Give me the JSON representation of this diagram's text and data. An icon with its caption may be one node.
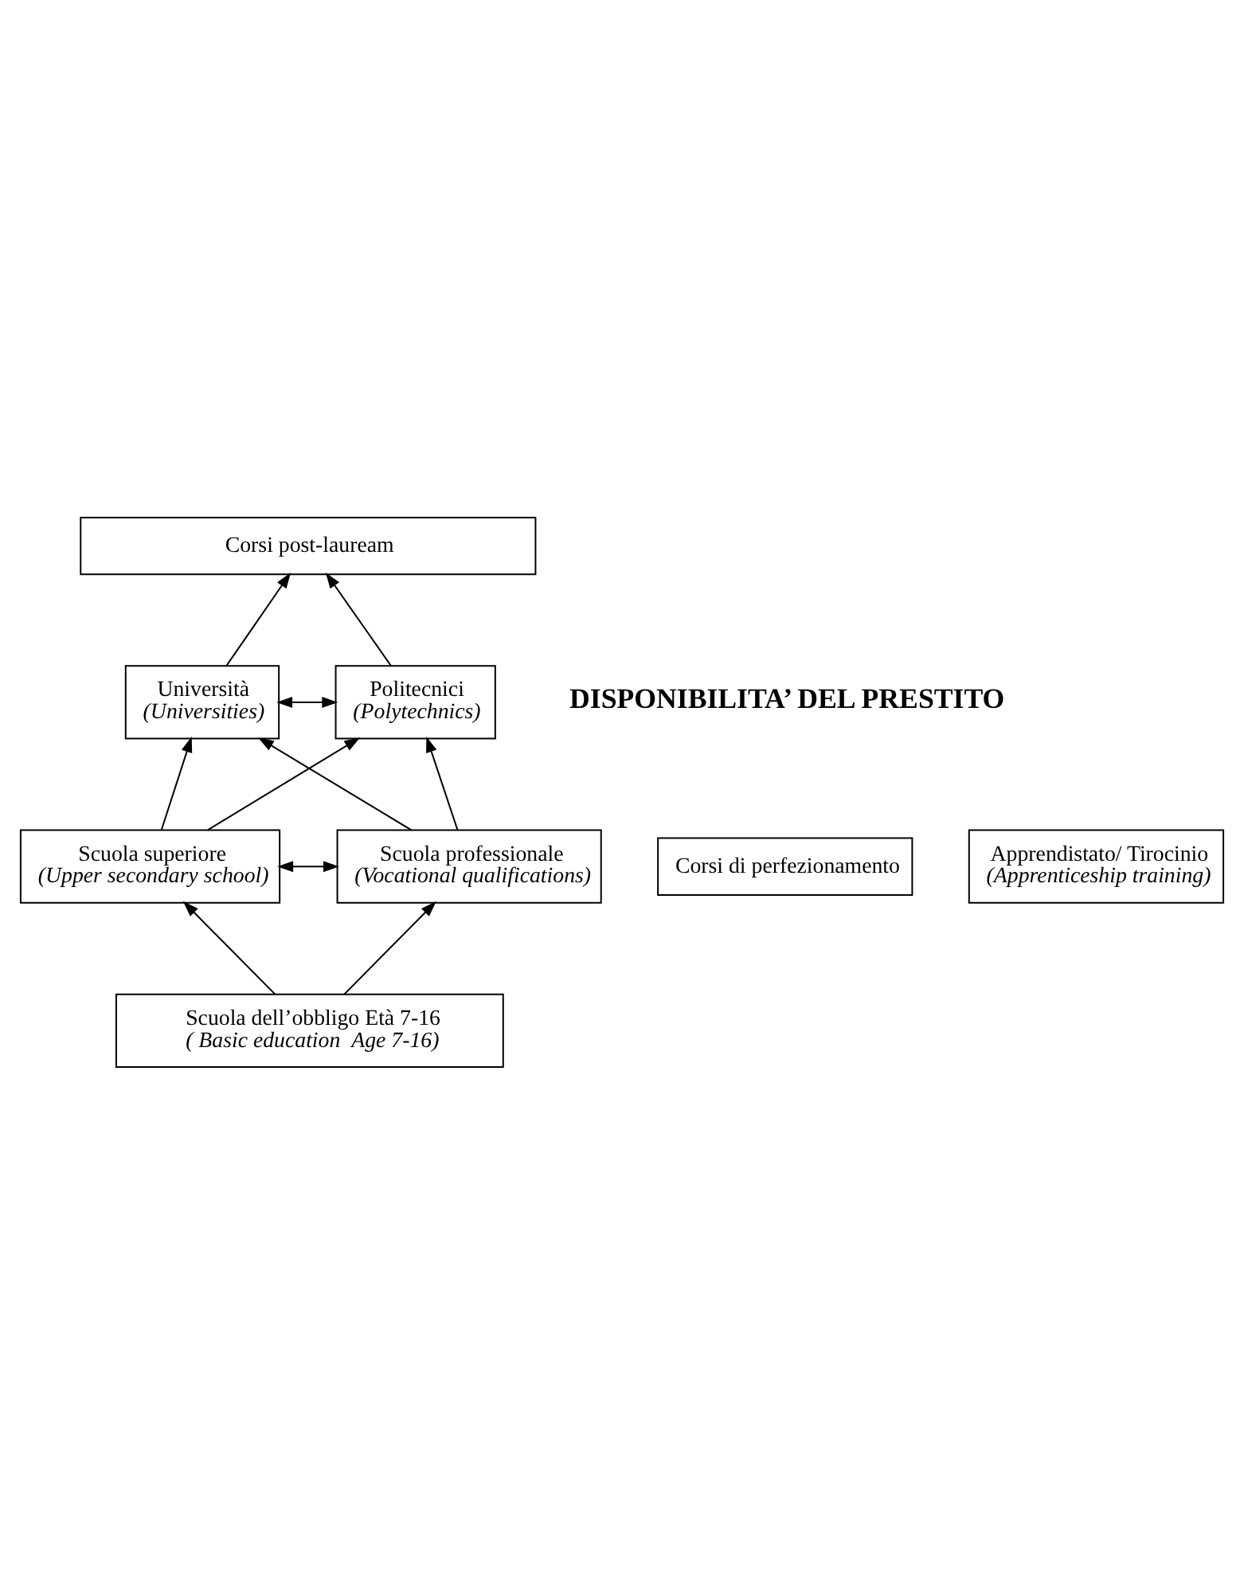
{
  "diagram": {
    "nodes": [
      {
        "text": [
          "Corsi post-lauream"
        ]
      },
      {
        "text": [
          "Università",
          "(Universities)"
        ]
      },
      {
        "text": [
          "Politecnici",
          "(Polytechnics)"
        ]
      },
      {
        "text": [
          "Corsi di perfezionamento"
        ]
      },
      {
        "text": [
          "Apprendistato/ Tirocinio",
          "(Apprenticeship training)"
        ]
      },
      {
        "text": [
          "Scuola superiore",
          "(Upper secondary school)"
        ]
      },
      {
        "text": [
          "Scuola professionale",
          "(Vocational qualifications)"
        ]
      },
      {
        "text": [
          "Scuola dell’obbligo Età 7-16",
          "( Basic education  Age 7-16)"
        ]
      }
    ],
    "edges": [
      {
        "from": 1,
        "to": 0,
        "arrow": "to"
      },
      {
        "from": 2,
        "to": 0,
        "arrow": "to"
      },
      {
        "from": 1,
        "to": 2,
        "arrow": "both"
      },
      {
        "from": 5,
        "to": 1,
        "arrow": "to"
      },
      {
        "from": 5,
        "to": 2,
        "arrow": "to"
      },
      {
        "from": 6,
        "to": 1,
        "arrow": "to"
      },
      {
        "from": 6,
        "to": 2,
        "arrow": "to"
      },
      {
        "from": 5,
        "to": 6,
        "arrow": "both"
      },
      {
        "from": 7,
        "to": 5,
        "arrow": "to"
      },
      {
        "from": 7,
        "to": 6,
        "arrow": "to"
      }
    ],
    "labels": [
      "DISPONIBILITA’ DEL PRESTITO"
    ]
  }
}
